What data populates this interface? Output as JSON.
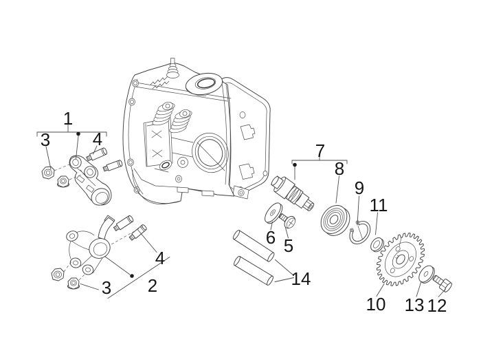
{
  "figure": {
    "type": "exploded-parts-diagram",
    "background_color": "#ffffff",
    "line_color": "#3f3f3f",
    "leader_color": "#4a4a4a",
    "label_color": "#161616"
  },
  "callouts": [
    {
      "id": "callout-1",
      "label": "1"
    },
    {
      "id": "callout-2",
      "label": "2"
    },
    {
      "id": "callout-3a",
      "label": "3"
    },
    {
      "id": "callout-3b",
      "label": "3"
    },
    {
      "id": "callout-4a",
      "label": "4"
    },
    {
      "id": "callout-4b",
      "label": "4"
    },
    {
      "id": "callout-5",
      "label": "5"
    },
    {
      "id": "callout-6",
      "label": "6"
    },
    {
      "id": "callout-7",
      "label": "7"
    },
    {
      "id": "callout-8",
      "label": "8"
    },
    {
      "id": "callout-9",
      "label": "9"
    },
    {
      "id": "callout-10",
      "label": "10"
    },
    {
      "id": "callout-11",
      "label": "11"
    },
    {
      "id": "callout-12",
      "label": "12"
    },
    {
      "id": "callout-13",
      "label": "13"
    },
    {
      "id": "callout-14",
      "label": "14"
    }
  ]
}
